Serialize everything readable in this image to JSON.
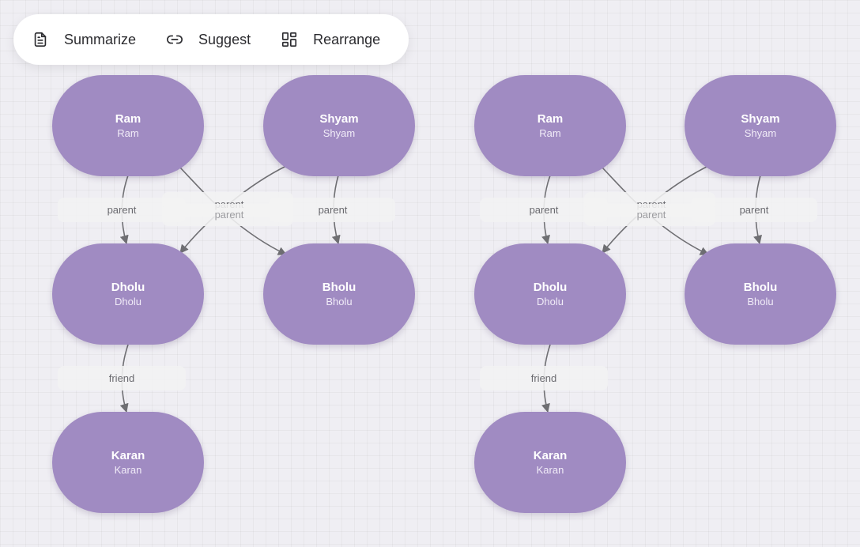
{
  "toolbar": {
    "items": [
      {
        "label": "Summarize",
        "icon": "document-icon"
      },
      {
        "label": "Suggest",
        "icon": "link-icon"
      },
      {
        "label": "Rearrange",
        "icon": "layout-grid-icon"
      }
    ]
  },
  "colors": {
    "node_fill": "#a08bc2",
    "edge_stroke": "#6f6f73",
    "canvas_bg": "#efeef3"
  },
  "graphs": [
    {
      "nodes": [
        {
          "id": "ram",
          "title": "Ram",
          "subtitle": "Ram"
        },
        {
          "id": "shyam",
          "title": "Shyam",
          "subtitle": "Shyam"
        },
        {
          "id": "dholu",
          "title": "Dholu",
          "subtitle": "Dholu"
        },
        {
          "id": "bholu",
          "title": "Bholu",
          "subtitle": "Bholu"
        },
        {
          "id": "karan",
          "title": "Karan",
          "subtitle": "Karan"
        }
      ],
      "edges": [
        {
          "from": "ram",
          "to": "dholu",
          "label": "parent"
        },
        {
          "from": "ram",
          "to": "bholu",
          "label": "parent"
        },
        {
          "from": "shyam",
          "to": "dholu",
          "label": "parent"
        },
        {
          "from": "shyam",
          "to": "bholu",
          "label": "parent"
        },
        {
          "from": "dholu",
          "to": "karan",
          "label": "friend"
        }
      ]
    },
    {
      "nodes": [
        {
          "id": "ram",
          "title": "Ram",
          "subtitle": "Ram"
        },
        {
          "id": "shyam",
          "title": "Shyam",
          "subtitle": "Shyam"
        },
        {
          "id": "dholu",
          "title": "Dholu",
          "subtitle": "Dholu"
        },
        {
          "id": "bholu",
          "title": "Bholu",
          "subtitle": "Bholu"
        },
        {
          "id": "karan",
          "title": "Karan",
          "subtitle": "Karan"
        }
      ],
      "edges": [
        {
          "from": "ram",
          "to": "dholu",
          "label": "parent"
        },
        {
          "from": "ram",
          "to": "bholu",
          "label": "parent"
        },
        {
          "from": "shyam",
          "to": "dholu",
          "label": "parent"
        },
        {
          "from": "shyam",
          "to": "bholu",
          "label": "parent"
        },
        {
          "from": "dholu",
          "to": "karan",
          "label": "friend"
        }
      ]
    }
  ]
}
